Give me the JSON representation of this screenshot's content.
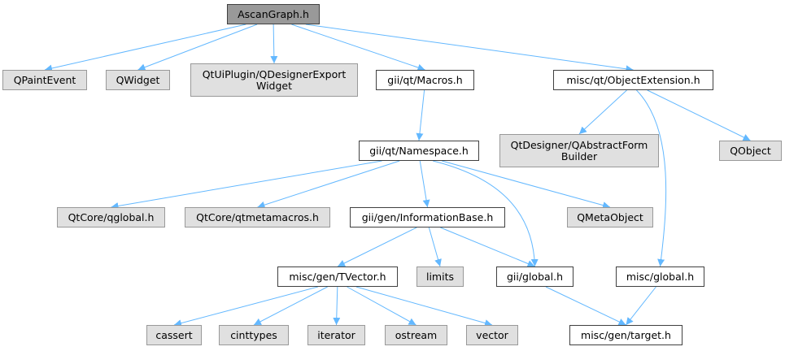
{
  "palette": {
    "edge": "#63b8ff",
    "root_fill": "#999999",
    "local_fill": "#ffffff",
    "external_fill": "#e0e0e0",
    "local_border": "#404040",
    "external_border": "#999999"
  },
  "nodes": [
    {
      "id": "ascangraph",
      "label": "AscanGraph.h",
      "kind": "root"
    },
    {
      "id": "qpaintevent",
      "label": "QPaintEvent",
      "kind": "external"
    },
    {
      "id": "qwidget",
      "label": "QWidget",
      "kind": "external"
    },
    {
      "id": "qdesignerexport",
      "label": "QtUiPlugin/QDesignerExport\nWidget",
      "kind": "external"
    },
    {
      "id": "macros",
      "label": "gii/qt/Macros.h",
      "kind": "local"
    },
    {
      "id": "objectextension",
      "label": "misc/qt/ObjectExtension.h",
      "kind": "local"
    },
    {
      "id": "namespace",
      "label": "gii/qt/Namespace.h",
      "kind": "local"
    },
    {
      "id": "qabstractformbuilder",
      "label": "QtDesigner/QAbstractForm\nBuilder",
      "kind": "external"
    },
    {
      "id": "qobject",
      "label": "QObject",
      "kind": "external"
    },
    {
      "id": "qglobal",
      "label": "QtCore/qglobal.h",
      "kind": "external"
    },
    {
      "id": "qtmetamacros",
      "label": "QtCore/qtmetamacros.h",
      "kind": "external"
    },
    {
      "id": "informationbase",
      "label": "gii/gen/InformationBase.h",
      "kind": "local"
    },
    {
      "id": "qmetaobject",
      "label": "QMetaObject",
      "kind": "external"
    },
    {
      "id": "tvector",
      "label": "misc/gen/TVector.h",
      "kind": "local"
    },
    {
      "id": "limits",
      "label": "limits",
      "kind": "external"
    },
    {
      "id": "giiglobal",
      "label": "gii/global.h",
      "kind": "local"
    },
    {
      "id": "miscglobal",
      "label": "misc/global.h",
      "kind": "local"
    },
    {
      "id": "cassert",
      "label": "cassert",
      "kind": "external"
    },
    {
      "id": "cinttypes",
      "label": "cinttypes",
      "kind": "external"
    },
    {
      "id": "iterator",
      "label": "iterator",
      "kind": "external"
    },
    {
      "id": "ostream",
      "label": "ostream",
      "kind": "external"
    },
    {
      "id": "vector",
      "label": "vector",
      "kind": "external"
    },
    {
      "id": "target",
      "label": "misc/gen/target.h",
      "kind": "local"
    }
  ],
  "edges": [
    [
      "ascangraph",
      "qpaintevent"
    ],
    [
      "ascangraph",
      "qwidget"
    ],
    [
      "ascangraph",
      "qdesignerexport"
    ],
    [
      "ascangraph",
      "macros"
    ],
    [
      "ascangraph",
      "objectextension"
    ],
    [
      "macros",
      "namespace"
    ],
    [
      "objectextension",
      "qabstractformbuilder"
    ],
    [
      "objectextension",
      "qobject"
    ],
    [
      "objectextension",
      "miscglobal"
    ],
    [
      "namespace",
      "qglobal"
    ],
    [
      "namespace",
      "qtmetamacros"
    ],
    [
      "namespace",
      "informationbase"
    ],
    [
      "namespace",
      "qmetaobject"
    ],
    [
      "namespace",
      "giiglobal"
    ],
    [
      "informationbase",
      "tvector"
    ],
    [
      "informationbase",
      "limits"
    ],
    [
      "informationbase",
      "giiglobal"
    ],
    [
      "tvector",
      "cassert"
    ],
    [
      "tvector",
      "cinttypes"
    ],
    [
      "tvector",
      "iterator"
    ],
    [
      "tvector",
      "ostream"
    ],
    [
      "tvector",
      "vector"
    ],
    [
      "giiglobal",
      "target"
    ],
    [
      "miscglobal",
      "target"
    ]
  ]
}
